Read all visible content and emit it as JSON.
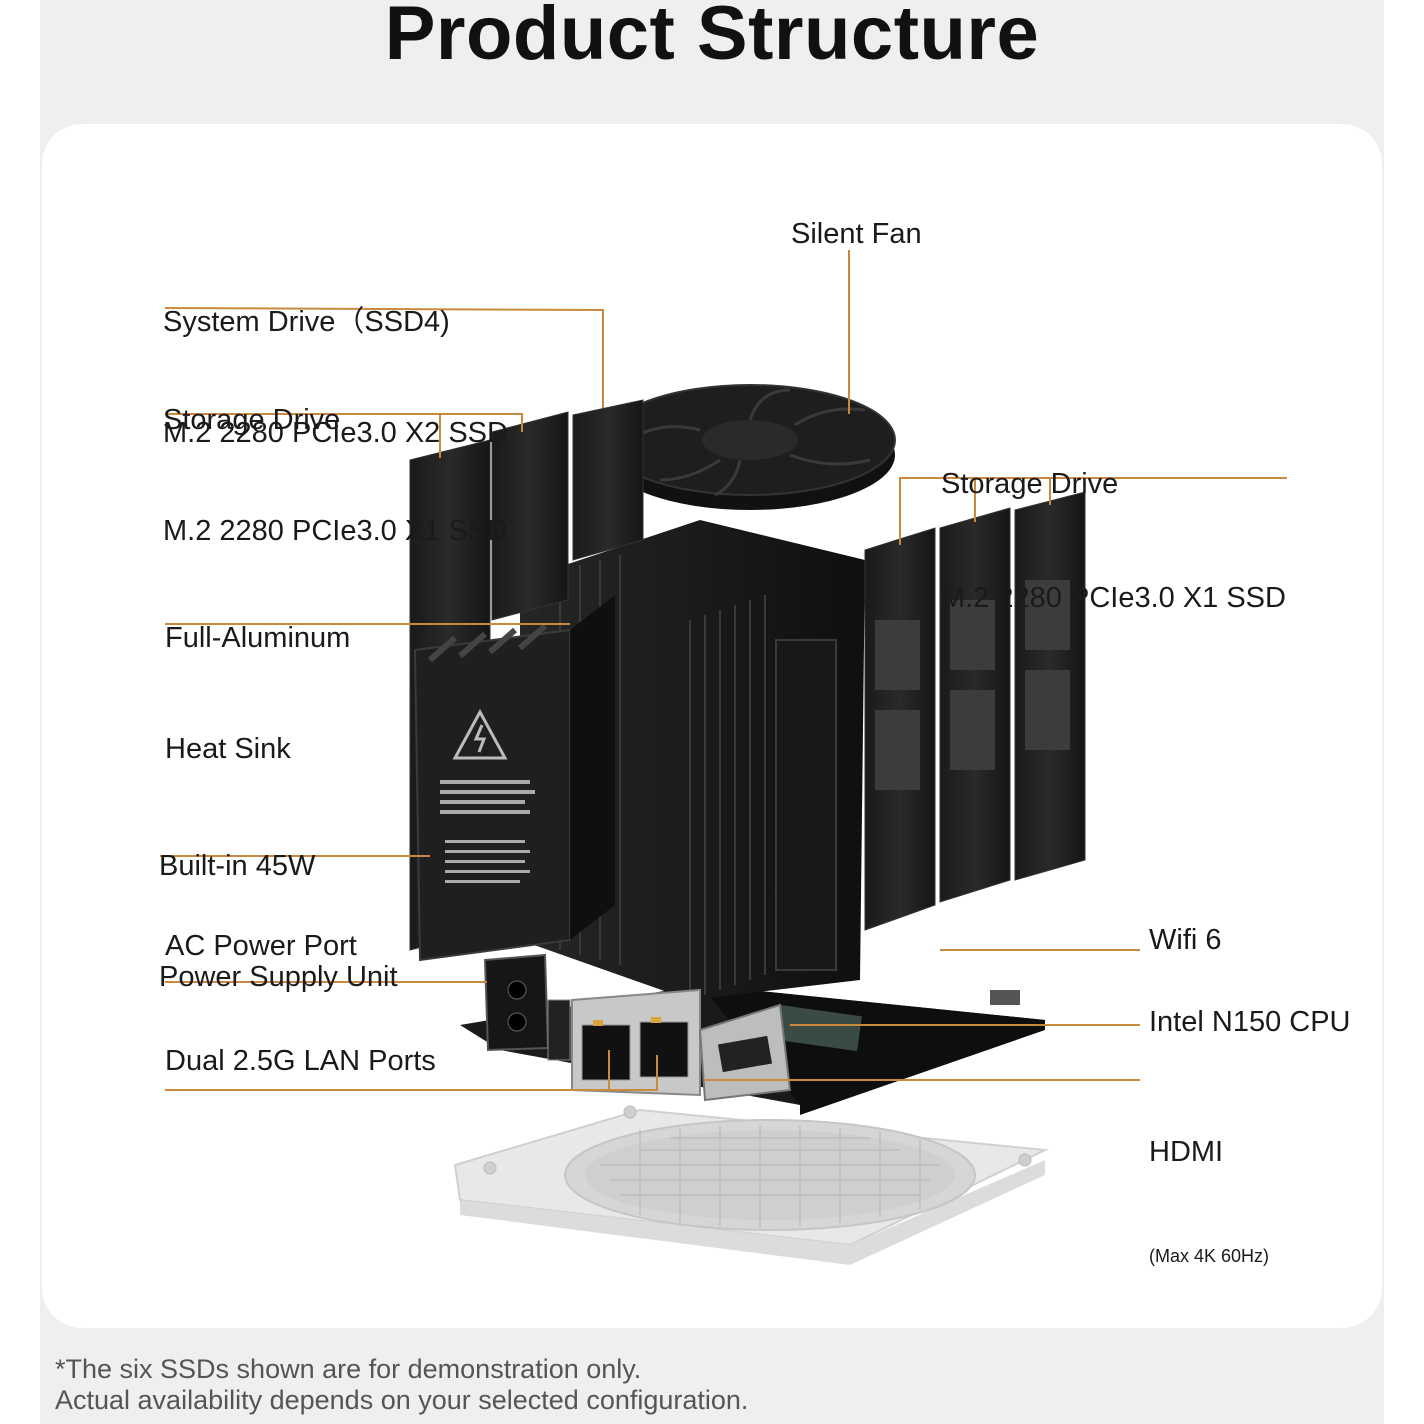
{
  "title": "Product Structure",
  "labels": {
    "system_drive": {
      "line1": "System Drive（SSD4)",
      "line2": "M.2 2280 PCIe3.0 X2 SSD"
    },
    "storage_drive_left": {
      "line1": "Storage Drive",
      "line2": "M.2 2280 PCIe3.0 X1 SSD"
    },
    "silent_fan": "Silent Fan",
    "storage_drive_right": {
      "line1": "Storage Drive",
      "line2": "M.2 2280 PCIe3.0 X1 SSD"
    },
    "heat_sink": {
      "line1": "Full-Aluminum",
      "line2": "Heat Sink"
    },
    "psu": {
      "line1": "Built-in 45W",
      "line2": "Power Supply Unit"
    },
    "ac_port": "AC Power Port",
    "lan": "Dual 2.5G LAN Ports",
    "wifi": "Wifi 6",
    "cpu": "Intel N150 CPU",
    "hdmi": {
      "line1": "HDMI",
      "line2": "(Max 4K 60Hz)"
    }
  },
  "footnote": {
    "line1": "*The six SSDs shown are for demonstration only.",
    "line2": "Actual availability depends on your selected configuration."
  },
  "colors": {
    "leader": "#c98a3f",
    "device": "#1c1c1c",
    "base_plate": "#e9e9e9"
  }
}
